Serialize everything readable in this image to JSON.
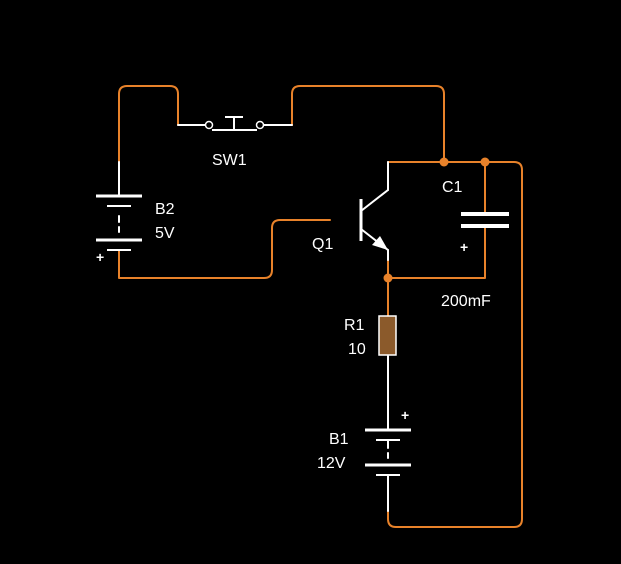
{
  "colors": {
    "background": "#000000",
    "energized_wire": "#e8822a",
    "idle_wire": "#ffffff",
    "resistor_body": "#8b5a2b"
  },
  "components": {
    "sw1": {
      "label": "SW1"
    },
    "b2": {
      "label": "B2",
      "value": "5V",
      "polarity": "+"
    },
    "q1": {
      "label": "Q1"
    },
    "c1": {
      "label": "C1",
      "value": "200mF",
      "polarity": "+"
    },
    "r1": {
      "label": "R1",
      "value": "10"
    },
    "b1": {
      "label": "B1",
      "value": "12V",
      "polarity": "+"
    }
  }
}
